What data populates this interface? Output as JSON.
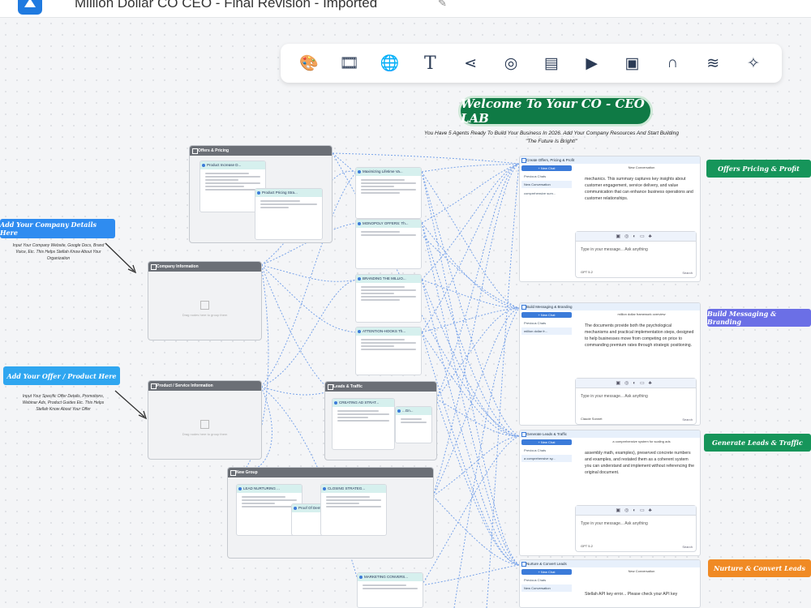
{
  "header": {
    "title": "Million Dollar CO CEO - Final Revision - Imported"
  },
  "toolbar": {
    "icons": [
      "palette-icon",
      "film-icon",
      "globe-icon",
      "text-icon",
      "share-icon",
      "cursor-click-icon",
      "document-icon",
      "play-icon",
      "image-icon",
      "headphones-icon",
      "layers-icon",
      "chat-sparkle-icon"
    ]
  },
  "canvas": {
    "title": "Welcome To Your CO - CEO LAB",
    "subtitle_line1": "You Have 5 Agents Ready To Build Your Business In 2026. Add Your Company Resources And Start Building",
    "subtitle_line2": "\"The Future Is Bright!\"",
    "left_labels": {
      "company_details": "Add Your Company Details Here",
      "company_note": "Input Your Company Website, Google Docs, Brand Voice, Etc. This Helps Stellah Know About Your Organization",
      "offer_product": "Add Your Offer / Product Here",
      "offer_note": "Input Your Specific Offer Details, Promotions, Webinar Ads, Product Guides Etc. This Helps Stellah Know About Your Offer"
    },
    "right_labels": {
      "offers": "Offers Pricing & Profit",
      "messaging": "Build Messaging & Branding",
      "leads": "Generate Leads & Traffic",
      "nurture": "Nurture & Convert Leads"
    },
    "groups": {
      "offers_pricing": "Offers & Pricing",
      "company_info": "Company Information",
      "product_service": "Product / Service Information",
      "leads_traffic": "Leads & Traffic",
      "new_group": "New Group",
      "empty_text": "Drag nodes here to group them"
    },
    "docs": {
      "product_increase": "Product Increase D...",
      "product_pricing": "Product Pricing Stra...",
      "maximizing": "Maximizing Lifetime Va...",
      "monopoly": "MONOPOLY OFFERS: Th...",
      "branding": "BRANDING THE MILLIO...",
      "attention": "ATTENTION-HOOKS Th...",
      "creating_ad": "CREATING AD STRAT...",
      "lead_gen": "...Gn...",
      "lead_nurturing": "LEAD NURTURING ...",
      "closing": "CLOSING STRATEG...",
      "proof": "Proof Of Dem...",
      "marketing": "MARKETING CONVERS..."
    },
    "chats": [
      {
        "head": "Create Offers, Pricing & Profit",
        "convo": "New Conversation",
        "prev": "Previous Chats",
        "sel": "New Conversation",
        "item": "comprehensive sum...",
        "body": "mechanics. This summary captures key insights about customer engagement, service delivery, and value communication that can enhance business operations and customer relationships.",
        "placeholder": "Type in your message... Ask anything",
        "model": "GPT 5.2"
      },
      {
        "head": "Build Messaging & Branding",
        "convo": "million dollar framework overview",
        "prev": "Previous Chats",
        "sel": "million dollar fr...",
        "item": "",
        "body": "The documents provide both the psychological mechanisms and practical implementation steps, designed to help businesses move from competing on price to commanding premium rates through strategic positioning.",
        "placeholder": "Type in your message... Ask anything",
        "model": "Claude Sonnet"
      },
      {
        "head": "Generate Leads & Traffic",
        "convo": "a comprehensive system for scaling ads",
        "prev": "Previous Chats",
        "sel": "a comprehensive sy...",
        "item": "",
        "body": "assembly math, examples), preserved concrete numbers and examples, and restated them as a coherent system you can understand and implement without referencing the original document.",
        "placeholder": "Type in your message... Ask anything",
        "model": "GPT 5.2"
      },
      {
        "head": "Nurture & Convert Leads",
        "convo": "New Conversation",
        "prev": "Previous Chats",
        "sel": "New Conversation",
        "item": "",
        "body": "Stellah API key error... Please check your API key",
        "placeholder": "",
        "model": ""
      }
    ],
    "new_chat_label": "+ New Chat",
    "search_label": "Search",
    "colors": {
      "title_green": "#0f7a45",
      "blue_label": "#2f8cf0",
      "green_label": "#16955a",
      "purple_label": "#6b6fe6",
      "orange_label": "#f08a24"
    }
  }
}
